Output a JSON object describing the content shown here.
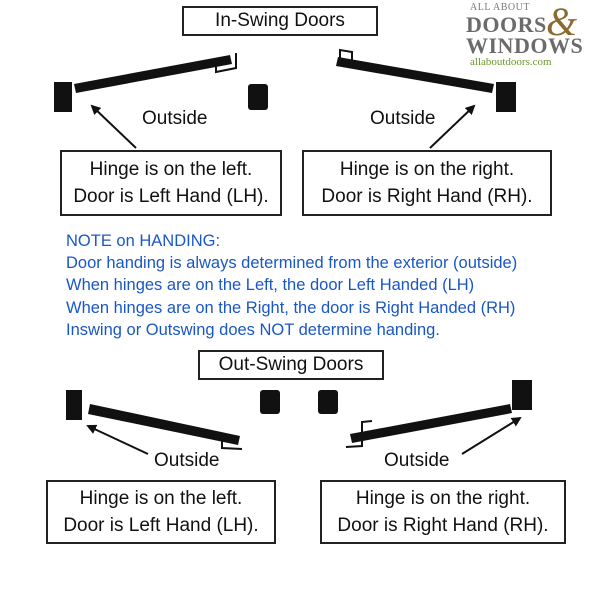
{
  "logo": {
    "line1": "ALL ABOUT",
    "line2": "DOORS",
    "ampersand": "&",
    "line3": "WINDOWS",
    "url": "allaboutdoors.com"
  },
  "inswing": {
    "title": "In-Swing Doors",
    "left": {
      "outside": "Outside",
      "line1": "Hinge is on the left.",
      "line2": "Door is Left Hand (LH)."
    },
    "right": {
      "outside": "Outside",
      "line1": "Hinge is on the right.",
      "line2": "Door is Right Hand (RH)."
    }
  },
  "note": {
    "heading": "NOTE on HANDING:",
    "lines": [
      "Door handing is always determined from the exterior (outside)",
      "When hinges are on the Left, the door Left Handed (LH)",
      "When hinges are on the Right, the door is Right Handed (RH)",
      "Inswing or Outswing does NOT determine handing."
    ]
  },
  "outswing": {
    "title": "Out-Swing Doors",
    "left": {
      "outside": "Outside",
      "line1": "Hinge is on the left.",
      "line2": "Door is Left Hand (LH)."
    },
    "right": {
      "outside": "Outside",
      "line1": "Hinge is on the right.",
      "line2": "Door is Right Hand (RH)."
    }
  },
  "colors": {
    "note_text": "#1a57c6",
    "ink": "#111111",
    "logo_gray": "#6b6b6b",
    "logo_gold": "#8a6a2e",
    "logo_green": "#6a9a2a"
  }
}
